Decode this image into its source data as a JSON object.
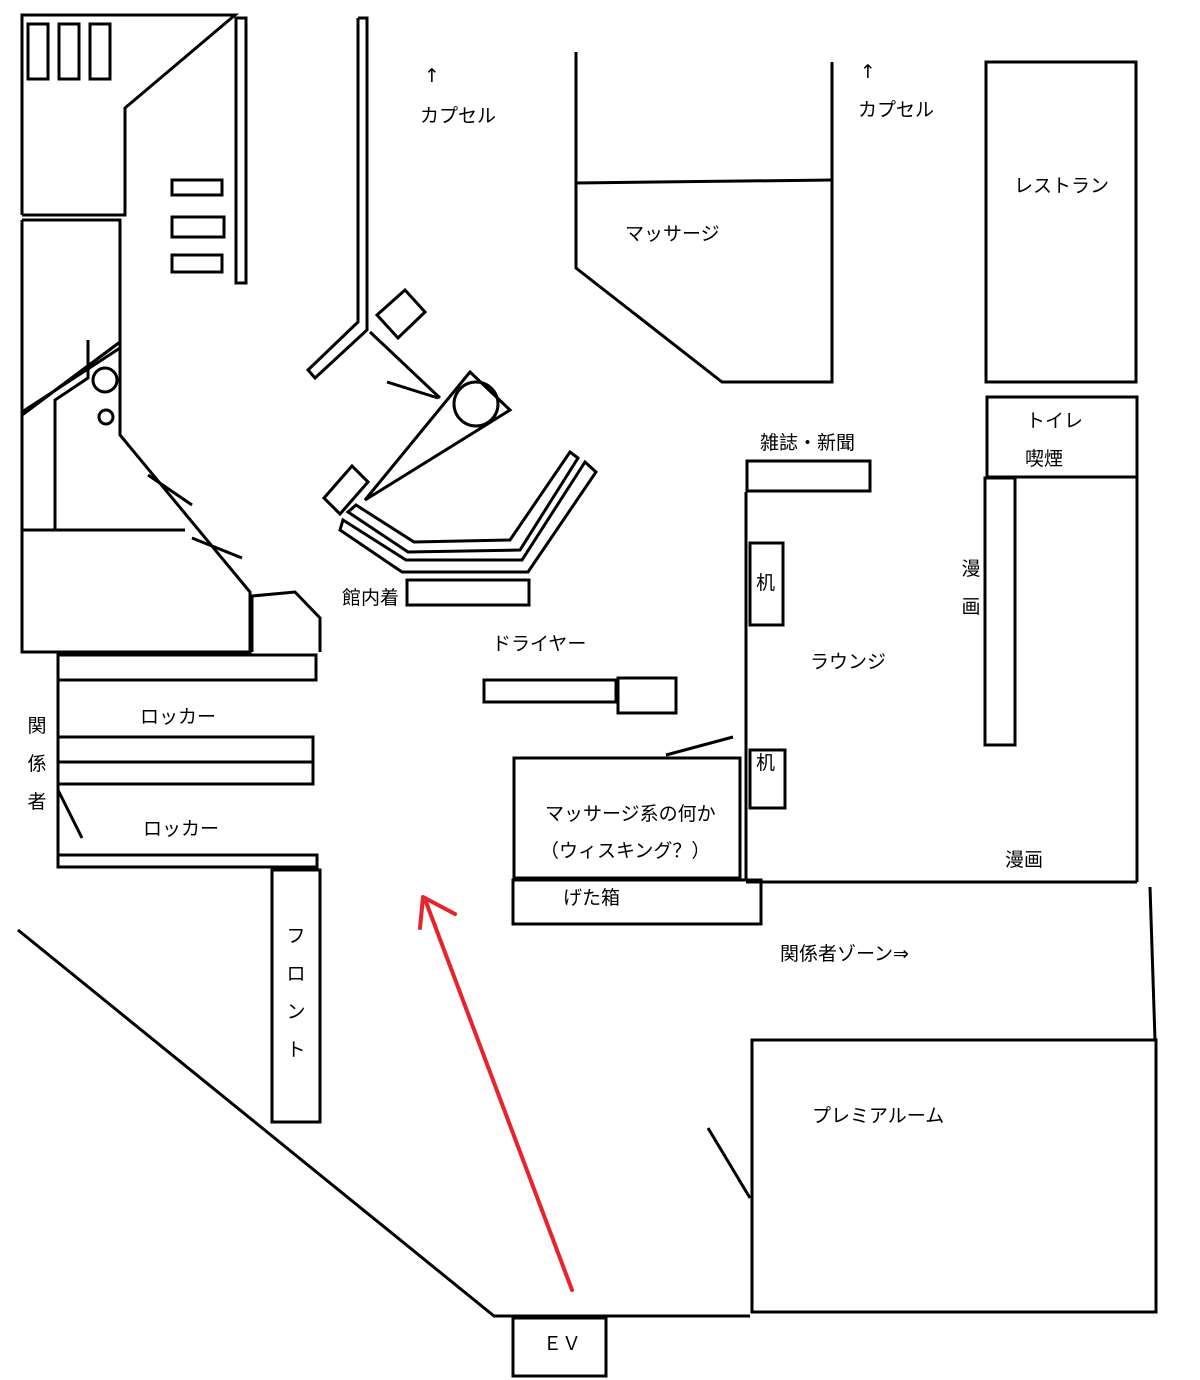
{
  "labels": {
    "capsule_left": "カプセル",
    "capsule_right": "カプセル",
    "arrow_up": "↑",
    "massage": "マッサージ",
    "restaurant": "レストラン",
    "toilet": "トイレ",
    "smoking": "喫煙",
    "magazines": "雑誌・新聞",
    "loungewear": "館内着",
    "dryer": "ドライヤー",
    "desk_top": "机",
    "desk_bottom": "机",
    "lounge": "ラウンジ",
    "manga_vertical_1": "漫",
    "manga_vertical_2": "画",
    "manga_bottom": "漫画",
    "locker_top": "ロッカー",
    "locker_bottom": "ロッカー",
    "staff_1": "関",
    "staff_2": "係",
    "staff_3": "者",
    "massage_device_line1": "マッサージ系の何か",
    "massage_device_line2": "（ウィスキング？）",
    "shoe_box": "げた箱",
    "staff_zone": "関係者ゾーン⇒",
    "front_1": "フ",
    "front_2": "ロ",
    "front_3": "ン",
    "front_4": "ト",
    "premium_room": "プレミアルーム",
    "elevator": "ＥＶ"
  },
  "colors": {
    "walls": "#000000",
    "route_arrow": "#e8232b",
    "background": "#ffffff"
  },
  "icons": {
    "route": "red-route-arrow"
  }
}
